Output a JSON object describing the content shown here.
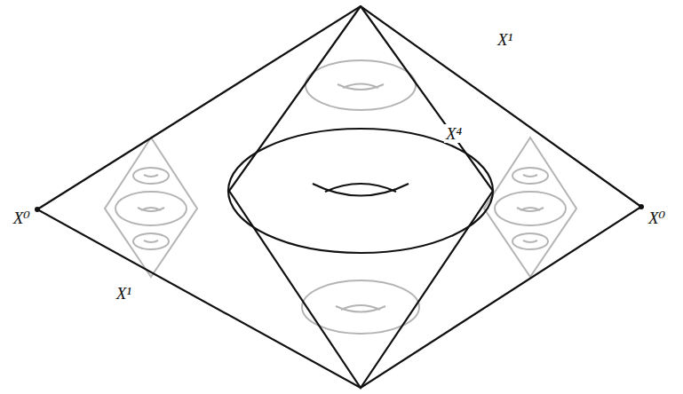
{
  "diagram": {
    "labels": [
      "X¹",
      "X⁴",
      "X⁰",
      "X⁰",
      "X¹"
    ]
  }
}
